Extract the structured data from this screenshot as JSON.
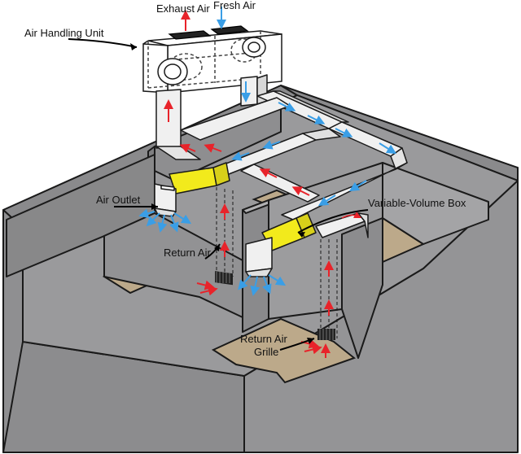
{
  "labels": {
    "exhaust_air": "Exhaust Air",
    "fresh_air": "Fresh Air",
    "air_handling_unit": "Air Handling Unit",
    "air_outlet": "Air Outlet",
    "variable_volume_box": "Variable-Volume Box",
    "return_air": "Return Air",
    "return_air_grille_line1": "Return Air",
    "return_air_grille_line2": "Grille"
  },
  "colors": {
    "supply_arrow": "#3a9ee6",
    "return_arrow": "#e8232a",
    "wall": "#8a8a8c",
    "floor": "#bca98a",
    "duct": "#f0f0f0",
    "vav_box": "#f2ea1c",
    "outline": "#1a1a1a"
  }
}
